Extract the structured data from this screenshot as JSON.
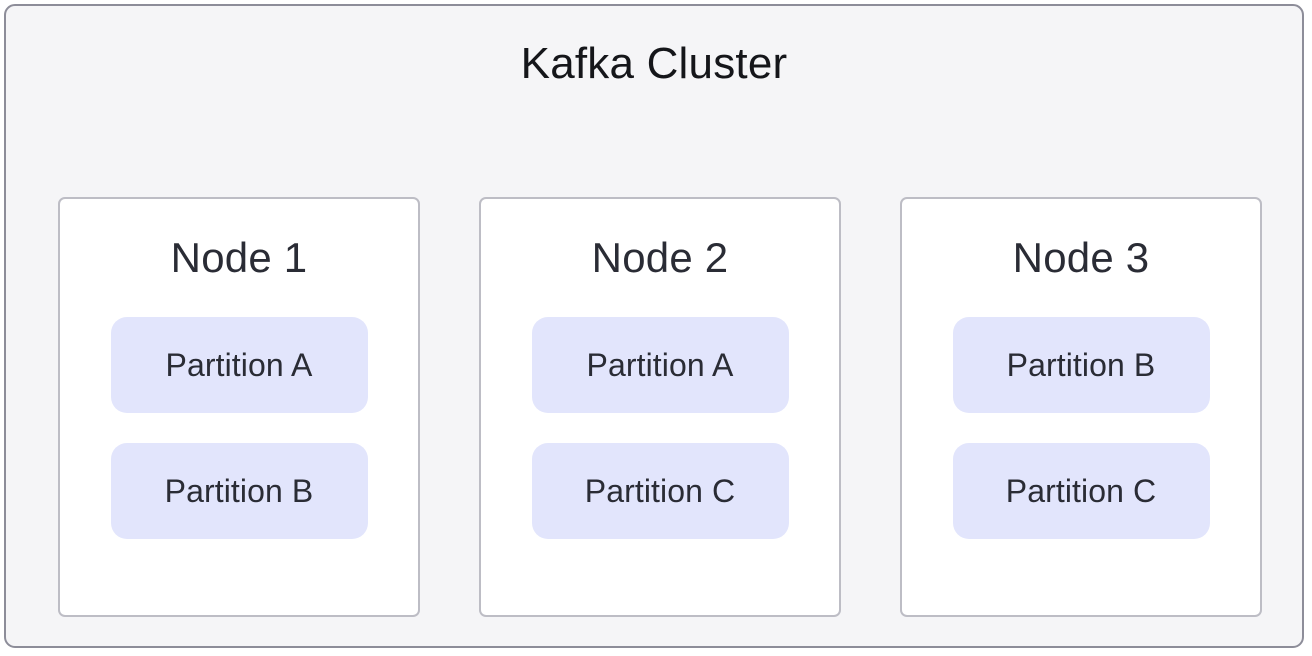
{
  "diagram": {
    "title": "Kafka Cluster",
    "type": "architecture-diagram",
    "colors": {
      "frame_background": "#f5f5f7",
      "frame_border": "#8d8d99",
      "node_background": "#ffffff",
      "node_border": "#bdbdc5",
      "partition_background": "#e2e5fc",
      "title_text": "#15161a",
      "body_text": "#2a2c35"
    },
    "nodes": [
      {
        "label": "Node 1",
        "partitions": [
          {
            "label": "Partition A"
          },
          {
            "label": "Partition B"
          }
        ]
      },
      {
        "label": "Node 2",
        "partitions": [
          {
            "label": "Partition A"
          },
          {
            "label": "Partition C"
          }
        ]
      },
      {
        "label": "Node 3",
        "partitions": [
          {
            "label": "Partition B"
          },
          {
            "label": "Partition C"
          }
        ]
      }
    ]
  }
}
